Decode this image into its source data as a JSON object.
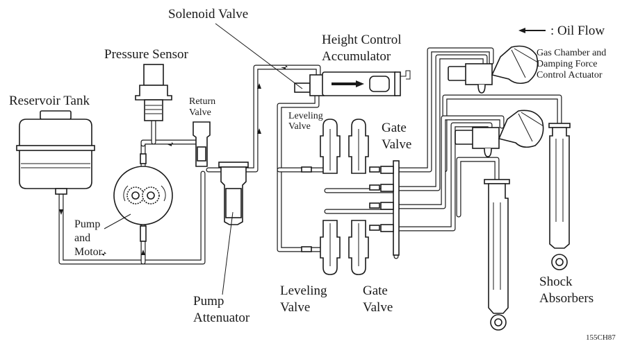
{
  "diagram": {
    "title": "Hydraulic Height Control and Damping System",
    "figure_code": "155CH87",
    "legend": {
      "symbol": "arrow-left",
      "label": ": Oil Flow"
    },
    "components": {
      "reservoir_tank": "Reservoir Tank",
      "pressure_sensor": "Pressure Sensor",
      "solenoid_valve": "Solenoid Valve",
      "height_control_accumulator_line1": "Height Control",
      "height_control_accumulator_line2": "Accumulator",
      "return_valve_line1": "Return",
      "return_valve_line2": "Valve",
      "pump_motor_line1": "Pump",
      "pump_motor_line2": "and",
      "pump_motor_line3": "Motor",
      "pump_attenuator_line1": "Pump",
      "pump_attenuator_line2": "Attenuator",
      "leveling_valve_top_line1": "Leveling",
      "leveling_valve_top_line2": "Valve",
      "gate_valve_top_line1": "Gate",
      "gate_valve_top_line2": "Valve",
      "leveling_valve_bottom_line1": "Leveling",
      "leveling_valve_bottom_line2": "Valve",
      "gate_valve_bottom_line1": "Gate",
      "gate_valve_bottom_line2": "Valve",
      "gas_chamber_line1": "Gas Chamber and",
      "gas_chamber_line2": "Damping Force",
      "gas_chamber_line3": "Control Actuator",
      "shock_absorbers_line1": "Shock",
      "shock_absorbers_line2": "Absorbers"
    },
    "colors": {
      "ink": "#1a1a1a",
      "background": "#ffffff"
    }
  }
}
